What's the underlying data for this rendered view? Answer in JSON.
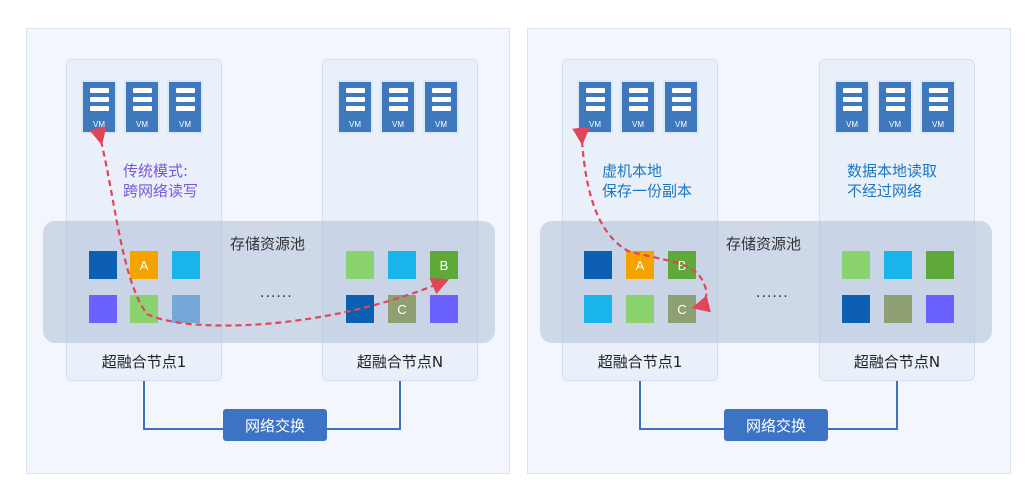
{
  "panels": [
    {
      "pool_label": "存储资源池",
      "ellipsis": "......",
      "switch_label": "网络交换",
      "note_lines": [
        "传统模式:",
        "跨网络读写"
      ],
      "note_color": "#7c56d8",
      "left_node": {
        "label": "超融合节点1",
        "vms": [
          "VM",
          "VM",
          "VM"
        ],
        "blocks": [
          {
            "label": "",
            "color": "#0c5fb3"
          },
          {
            "label": "A",
            "color": "#f5a300"
          },
          {
            "label": "",
            "color": "#18b4ea"
          },
          {
            "label": "",
            "color": "#6b61ff"
          },
          {
            "label": "",
            "color": "#89d26d"
          },
          {
            "label": "",
            "color": "#74a8d8"
          }
        ]
      },
      "right_node": {
        "label": "超融合节点N",
        "vms": [
          "VM",
          "VM",
          "VM"
        ],
        "blocks": [
          {
            "label": "",
            "color": "#89d26d"
          },
          {
            "label": "",
            "color": "#18b4ea"
          },
          {
            "label": "B",
            "color": "#5fa83a"
          },
          {
            "label": "",
            "color": "#0c5fb3"
          },
          {
            "label": "C",
            "color": "#8fa073"
          },
          {
            "label": "",
            "color": "#6b61ff"
          }
        ]
      }
    },
    {
      "pool_label": "存储资源池",
      "ellipsis": "......",
      "switch_label": "网络交换",
      "note_lines": [
        "虚机本地",
        "保存一份副本"
      ],
      "note_color": "#1a78c2",
      "right_note_lines": [
        "数据本地读取",
        "不经过网络"
      ],
      "left_node": {
        "label": "超融合节点1",
        "vms": [
          "VM",
          "VM",
          "VM"
        ],
        "blocks": [
          {
            "label": "",
            "color": "#0c5fb3"
          },
          {
            "label": "A",
            "color": "#f5a300"
          },
          {
            "label": "B",
            "color": "#5fa83a"
          },
          {
            "label": "",
            "color": "#18b4ea"
          },
          {
            "label": "",
            "color": "#89d26d"
          },
          {
            "label": "C",
            "color": "#8fa073"
          }
        ]
      },
      "right_node": {
        "label": "超融合节点N",
        "vms": [
          "VM",
          "VM",
          "VM"
        ],
        "blocks": [
          {
            "label": "",
            "color": "#89d26d"
          },
          {
            "label": "",
            "color": "#18b4ea"
          },
          {
            "label": "",
            "color": "#5fa83a"
          },
          {
            "label": "",
            "color": "#0c5fb3"
          },
          {
            "label": "",
            "color": "#8fa073"
          },
          {
            "label": "",
            "color": "#6b61ff"
          }
        ]
      }
    }
  ],
  "arrow_color": "#e0455a"
}
